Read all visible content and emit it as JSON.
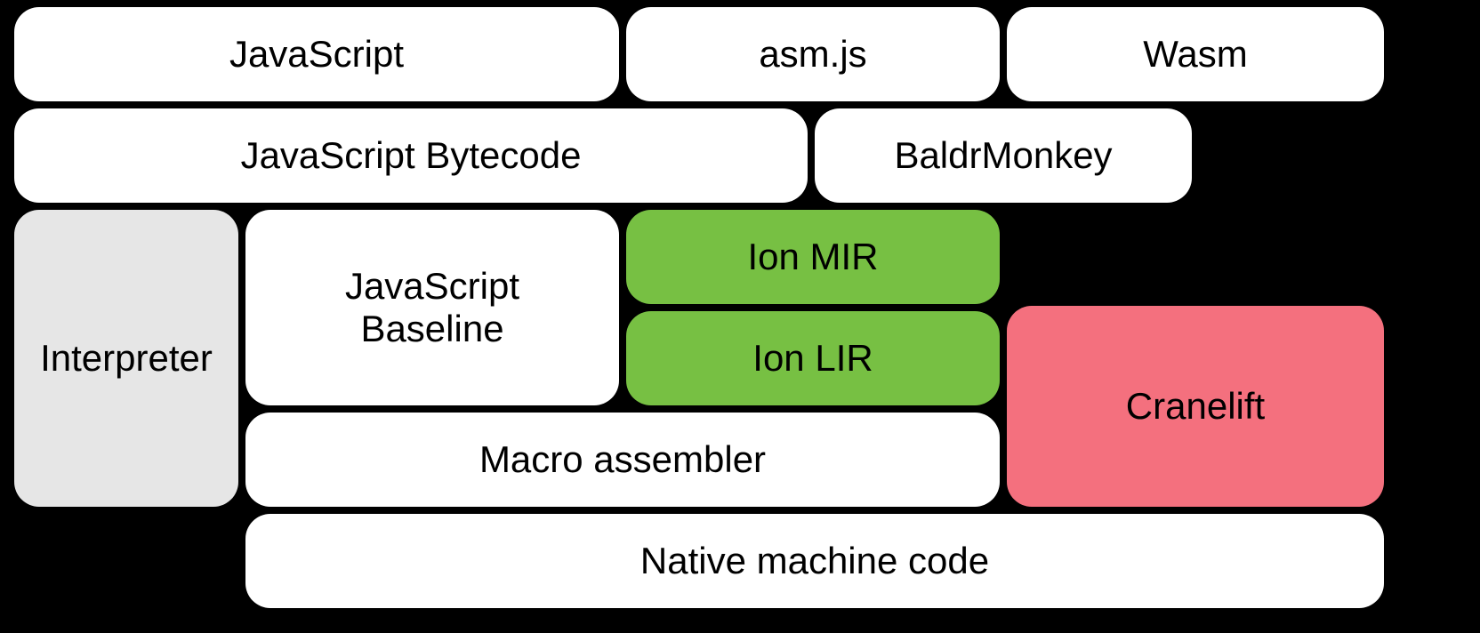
{
  "diagram": {
    "colors": {
      "background": "#000000",
      "default_box": "#ffffff",
      "interpreter_gray": "#e6e6e6",
      "ion_green": "#77c043",
      "cranelift_pink": "#f4707e",
      "text": "#000000"
    },
    "nodes": {
      "javascript": {
        "label": "JavaScript",
        "fill": "#ffffff"
      },
      "asmjs": {
        "label": "asm.js",
        "fill": "#ffffff"
      },
      "wasm": {
        "label": "Wasm",
        "fill": "#ffffff"
      },
      "bytecode": {
        "label": "JavaScript Bytecode",
        "fill": "#ffffff"
      },
      "baldrmonkey": {
        "label": "BaldrMonkey",
        "fill": "#ffffff"
      },
      "interpreter": {
        "label": "Interpreter",
        "fill": "#e6e6e6"
      },
      "baseline": {
        "label": "JavaScript\nBaseline",
        "fill": "#ffffff"
      },
      "ion_mir": {
        "label": "Ion MIR",
        "fill": "#77c043"
      },
      "ion_lir": {
        "label": "Ion LIR",
        "fill": "#77c043"
      },
      "cranelift": {
        "label": "Cranelift",
        "fill": "#f4707e"
      },
      "macro_assembler": {
        "label": "Macro assembler",
        "fill": "#ffffff"
      },
      "native_machine_code": {
        "label": "Native machine code",
        "fill": "#ffffff"
      }
    }
  }
}
